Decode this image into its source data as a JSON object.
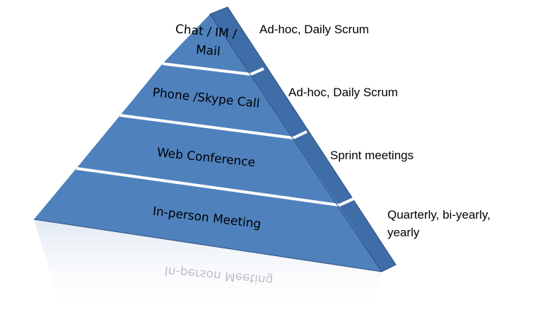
{
  "tiers": [
    {
      "label_lines": [
        "Chat / IM /",
        "Mail"
      ],
      "frequency_lines": [
        "Ad-hoc, Daily Scrum"
      ]
    },
    {
      "label_lines": [
        "Phone /Skype Call"
      ],
      "frequency_lines": [
        "Ad-hoc, Daily Scrum"
      ]
    },
    {
      "label_lines": [
        "Web Conference"
      ],
      "frequency_lines": [
        "Sprint meetings"
      ]
    },
    {
      "label_lines": [
        "In-person Meeting"
      ],
      "frequency_lines": [
        "Quarterly, bi-yearly,",
        "yearly"
      ]
    }
  ],
  "colors": {
    "front_face": "#4f81bd",
    "side_face": "#3f6da8",
    "separator": "#ffffff",
    "outline": "#2c4f7c",
    "reflection": "#c9d6e8"
  }
}
